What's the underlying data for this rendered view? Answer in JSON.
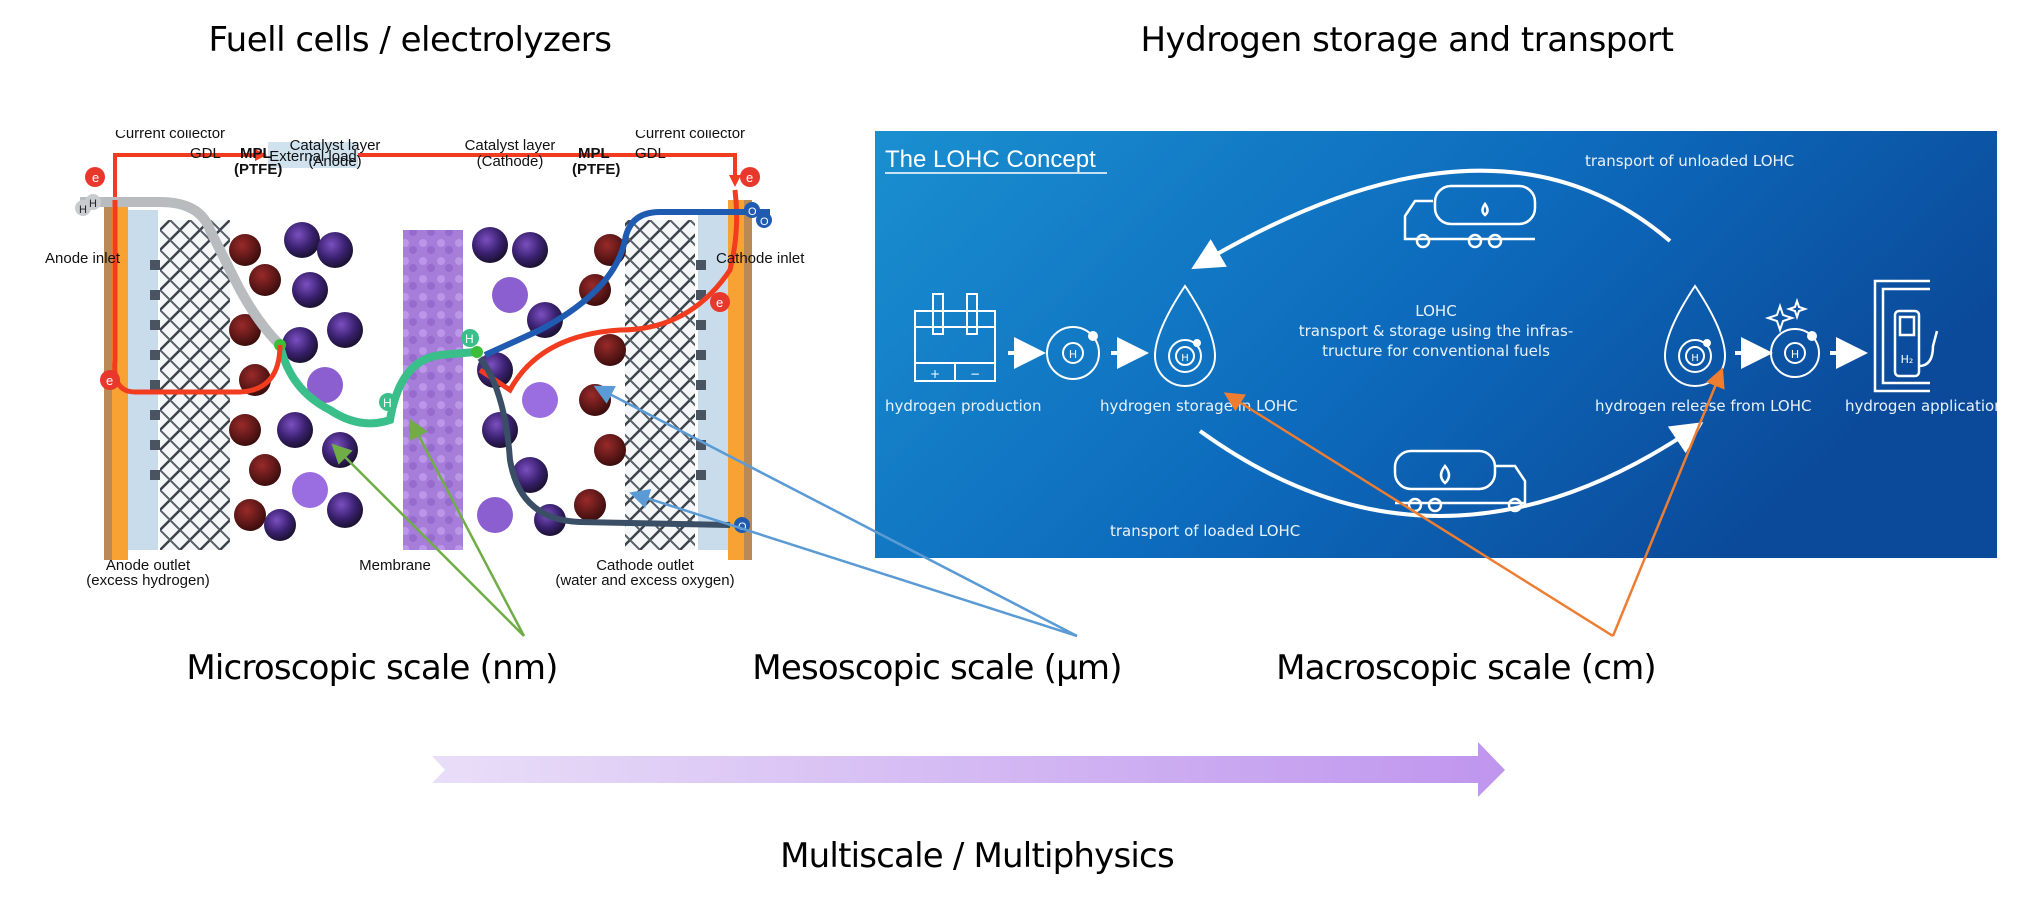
{
  "headings": {
    "left": "Fuell cells / electrolyzers",
    "right": "Hydrogen storage and transport"
  },
  "fuel_cell": {
    "external_load": "External load",
    "current_collector_left": "Current collector",
    "current_collector_right": "Current collector",
    "gdl_left": "GDL",
    "gdl_right": "GDL",
    "mpl_left": "MPL",
    "mpl_left_sub": "(PTFE)",
    "mpl_right": "MPL",
    "mpl_right_sub": "(PTFE)",
    "catalyst_anode": "Catalyst layer",
    "catalyst_anode_sub": "(Anode)",
    "catalyst_cathode": "Catalyst layer",
    "catalyst_cathode_sub": "(Cathode)",
    "anode_inlet": "Anode inlet",
    "cathode_inlet": "Cathode inlet",
    "anode_outlet": "Anode outlet",
    "anode_outlet_sub": "(excess hydrogen)",
    "membrane": "Membrane",
    "cathode_outlet": "Cathode outlet",
    "cathode_outlet_sub": "(water and excess oxygen)",
    "electron": "e",
    "proton": "H",
    "hydrogen_atom": "H",
    "oxygen_atom": "O"
  },
  "lohc": {
    "title": "The LOHC Concept",
    "transport_unloaded": "transport of unloaded LOHC",
    "transport_loaded": "transport of loaded LOHC",
    "center_title": "LOHC",
    "center_line1": "transport & storage using the infras-",
    "center_line2": "tructure for conventional fuels",
    "steps": [
      {
        "label": "hydrogen production",
        "icon": "electrolyzer-icon"
      },
      {
        "label": "hydrogen storage in LOHC",
        "icon": "lohc-drop-icon"
      },
      {
        "label": "hydrogen release from LOHC",
        "icon": "lohc-drop-icon"
      },
      {
        "label": "hydrogen application",
        "icon": "h2-pump-icon"
      }
    ],
    "h_symbol": "H",
    "h2_label": "H₂",
    "plus": "+",
    "minus": "−",
    "colors": {
      "panel_dark": "#0b4fa0",
      "panel_light": "#1a8fd0"
    }
  },
  "scales": [
    {
      "label": "Microscopic scale (nm)",
      "color": "#70ad47"
    },
    {
      "label": "Mesoscopic scale (µm)",
      "color": "#5b9bd5"
    },
    {
      "label": "Macroscopic scale (cm)",
      "color": "#ed7d31"
    }
  ],
  "bottom": {
    "label": "Multiscale / Multiphysics",
    "arrow_color_start": "#e9def8",
    "arrow_color_end": "#bf95ee"
  }
}
